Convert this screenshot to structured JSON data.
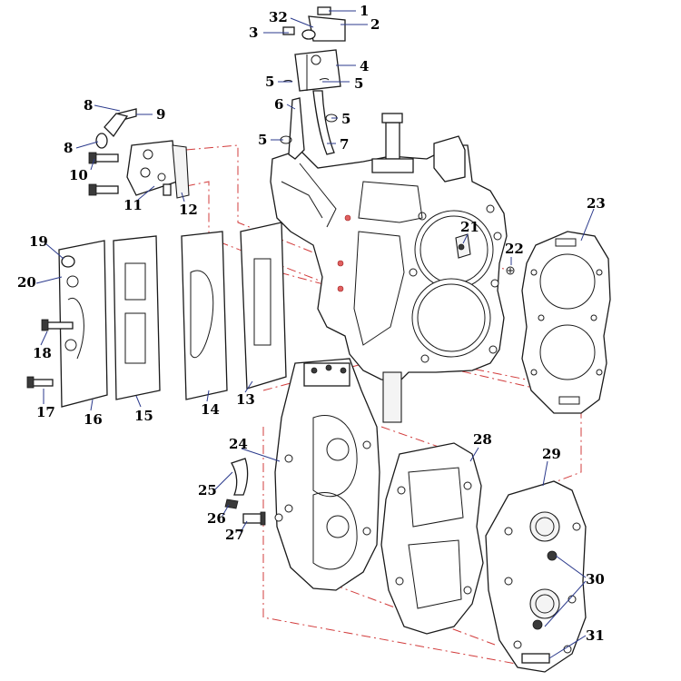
{
  "diagram": {
    "callouts": [
      {
        "id": "c1",
        "label": "1"
      },
      {
        "id": "c2",
        "label": "2"
      },
      {
        "id": "c3",
        "label": "3"
      },
      {
        "id": "c32",
        "label": "32"
      },
      {
        "id": "c4",
        "label": "4"
      },
      {
        "id": "c5a",
        "label": "5"
      },
      {
        "id": "c5b",
        "label": "5"
      },
      {
        "id": "c5c",
        "label": "5"
      },
      {
        "id": "c5d",
        "label": "5"
      },
      {
        "id": "c6",
        "label": "6"
      },
      {
        "id": "c7",
        "label": "7"
      },
      {
        "id": "c8a",
        "label": "8"
      },
      {
        "id": "c8b",
        "label": "8"
      },
      {
        "id": "c9",
        "label": "9"
      },
      {
        "id": "c10",
        "label": "10"
      },
      {
        "id": "c11",
        "label": "11"
      },
      {
        "id": "c12",
        "label": "12"
      },
      {
        "id": "c13",
        "label": "13"
      },
      {
        "id": "c14",
        "label": "14"
      },
      {
        "id": "c15",
        "label": "15"
      },
      {
        "id": "c16",
        "label": "16"
      },
      {
        "id": "c17",
        "label": "17"
      },
      {
        "id": "c18",
        "label": "18"
      },
      {
        "id": "c19",
        "label": "19"
      },
      {
        "id": "c20",
        "label": "20"
      },
      {
        "id": "c21",
        "label": "21"
      },
      {
        "id": "c22",
        "label": "22"
      },
      {
        "id": "c23",
        "label": "23"
      },
      {
        "id": "c24",
        "label": "24"
      },
      {
        "id": "c25",
        "label": "25"
      },
      {
        "id": "c26",
        "label": "26"
      },
      {
        "id": "c27",
        "label": "27"
      },
      {
        "id": "c28",
        "label": "28"
      },
      {
        "id": "c29",
        "label": "29"
      },
      {
        "id": "c30",
        "label": "30"
      },
      {
        "id": "c31",
        "label": "31"
      }
    ]
  }
}
